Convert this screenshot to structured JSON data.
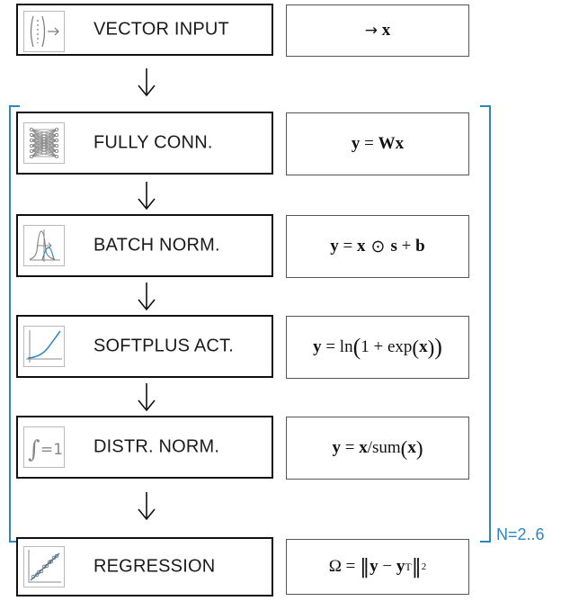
{
  "layers": [
    {
      "label": "VECTOR INPUT"
    },
    {
      "label": "FULLY CONN."
    },
    {
      "label": "BATCH NORM."
    },
    {
      "label": "SOFTPLUS ACT."
    },
    {
      "label": "DISTR. NORM."
    },
    {
      "label": "REGRESSION"
    }
  ],
  "formulas": {
    "input": {
      "arrow": "→",
      "x": "x"
    },
    "fc": {
      "y": "y",
      "eq": " = ",
      "W": "W",
      "x": "x"
    },
    "bn": {
      "y": "y",
      "eq": " = ",
      "x": "x",
      "odot": " ⊙ ",
      "s": "s",
      "plus": " + ",
      "b": "b"
    },
    "softplus": {
      "y": "y",
      "eq": " = ",
      "ln": "ln",
      "lp": "(",
      "one": "1 + ",
      "exp": "exp",
      "lp2": "(",
      "x": "x",
      "rp2": ")",
      "rp": ")"
    },
    "distr": {
      "y": "y",
      "eq": " = ",
      "x": "x",
      "slash": "/",
      "sum": "sum",
      "lp": "(",
      "x2": "x",
      "rp": ")"
    },
    "regression": {
      "omega": "Ω",
      "eq": " = ",
      "bar1": "‖",
      "y": "y",
      "minus": " − ",
      "yT": "y",
      "T": "T",
      "bar2": "‖",
      "sq": "2"
    }
  },
  "repeat_label": "N=2..6",
  "distr_icon_text": "=1",
  "colors": {
    "bracket": "#2e86c1",
    "border": "#111111",
    "curve": "#2e86c1"
  }
}
